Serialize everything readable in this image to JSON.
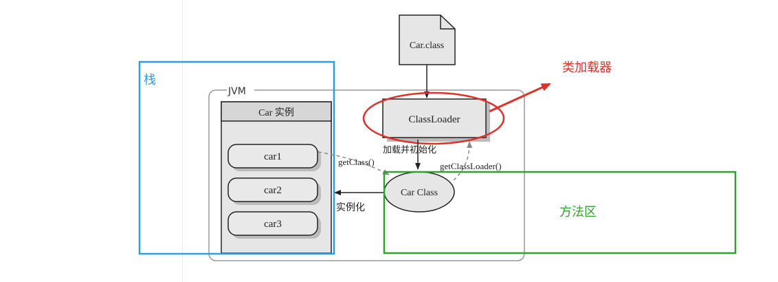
{
  "labels": {
    "file": "Car.class",
    "jvm": "JVM",
    "instance_header": "Car 实例",
    "classloader": "ClassLoader",
    "carclass": "Car Class",
    "instances": [
      "car1",
      "car2",
      "car3"
    ],
    "load_init": "加载并初始化",
    "get_class": "getClass()",
    "get_classloader": "getClassLoader()",
    "instantiate": "实例化"
  },
  "annotations": {
    "stack": "栈",
    "classloader_note": "类加载器",
    "method_area": "方法区"
  },
  "colors": {
    "stack_blue": "#2f9be0",
    "method_green": "#2aa52a",
    "highlight_red": "#e0302a",
    "box_fill": "#e6e6e6",
    "outline": "#222222",
    "jvm_border": "#999999"
  }
}
